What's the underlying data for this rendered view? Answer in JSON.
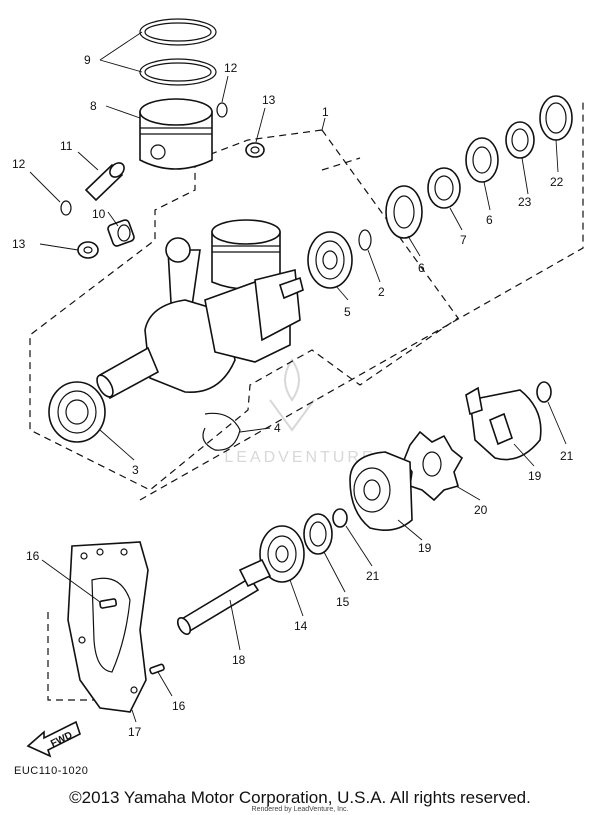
{
  "diagram": {
    "callouts": [
      {
        "id": "c9",
        "text": "9"
      },
      {
        "id": "c12a",
        "text": "12"
      },
      {
        "id": "c8",
        "text": "8"
      },
      {
        "id": "c13a",
        "text": "13"
      },
      {
        "id": "c1",
        "text": "1"
      },
      {
        "id": "c11",
        "text": "11"
      },
      {
        "id": "c12b",
        "text": "12"
      },
      {
        "id": "c10",
        "text": "10"
      },
      {
        "id": "c13b",
        "text": "13"
      },
      {
        "id": "c22",
        "text": "22"
      },
      {
        "id": "c23",
        "text": "23"
      },
      {
        "id": "c6a",
        "text": "6"
      },
      {
        "id": "c7",
        "text": "7"
      },
      {
        "id": "c6b",
        "text": "6"
      },
      {
        "id": "c2",
        "text": "2"
      },
      {
        "id": "c5",
        "text": "5"
      },
      {
        "id": "c4",
        "text": "4"
      },
      {
        "id": "c3",
        "text": "3"
      },
      {
        "id": "c21a",
        "text": "21"
      },
      {
        "id": "c19a",
        "text": "19"
      },
      {
        "id": "c20",
        "text": "20"
      },
      {
        "id": "c19b",
        "text": "19"
      },
      {
        "id": "c21b",
        "text": "21"
      },
      {
        "id": "c15",
        "text": "15"
      },
      {
        "id": "c14",
        "text": "14"
      },
      {
        "id": "c16a",
        "text": "16"
      },
      {
        "id": "c18",
        "text": "18"
      },
      {
        "id": "c16b",
        "text": "16"
      },
      {
        "id": "c17",
        "text": "17"
      }
    ],
    "fwd_label": "FWD",
    "drawing_code": "EUC110-1020"
  },
  "footer": {
    "copyright": "©2013 Yamaha Motor Corporation, U.S.A. All rights reserved.",
    "rendered_by": "Rendered by LeadVenture, Inc."
  },
  "watermark": {
    "text": "LEADVENTURE"
  }
}
